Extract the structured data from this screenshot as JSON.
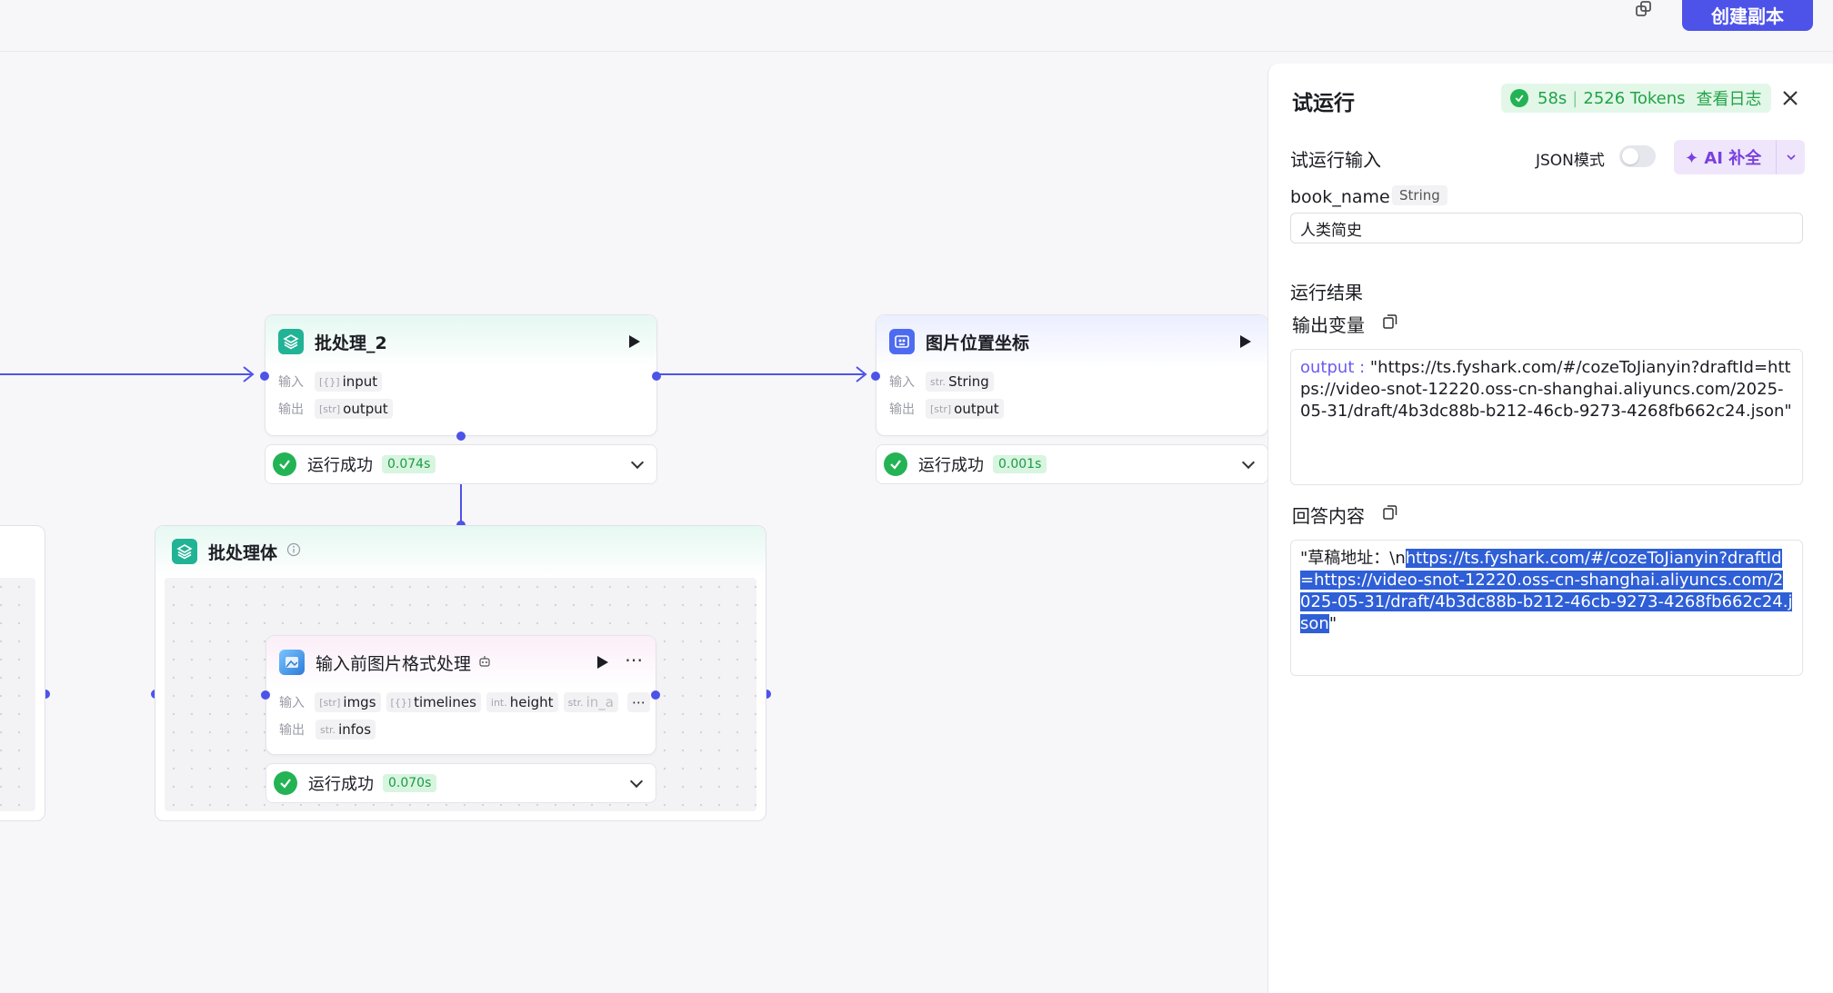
{
  "topbar": {
    "create_copy": "创建副本"
  },
  "nodes": {
    "batch2": {
      "title": "批处理_2",
      "input_label": "输入",
      "output_label": "输出",
      "input_type": "[{}]",
      "input_name": "input",
      "output_type": "[str]",
      "output_name": "output",
      "status": "运行成功",
      "time": "0.074s"
    },
    "coords": {
      "title": "图片位置坐标",
      "input_label": "输入",
      "output_label": "输出",
      "input_type": "str.",
      "input_name": "String",
      "output_type": "[str]",
      "output_name": "output",
      "status": "运行成功",
      "time": "0.001s"
    },
    "group": {
      "title": "批处理体"
    },
    "preprocess": {
      "title": "输入前图片格式处理",
      "input_label": "输入",
      "output_label": "输出",
      "inputs": [
        {
          "type": "[str]",
          "name": "imgs"
        },
        {
          "type": "[{}]",
          "name": "timelines"
        },
        {
          "type": "int.",
          "name": "height"
        },
        {
          "type": "str.",
          "name": "in_a"
        }
      ],
      "output_type": "str.",
      "output_name": "infos",
      "status": "运行成功",
      "time": "0.070s"
    }
  },
  "panel": {
    "title": "试运行",
    "duration": "58s",
    "tokens": "2526 Tokens",
    "view_log": "查看日志",
    "input_section": "试运行输入",
    "json_mode": "JSON模式",
    "ai_fill": "AI 补全",
    "var_name": "book_name",
    "var_type": "String",
    "var_value": "人类简史",
    "result_section": "运行结果",
    "output_var_label": "输出变量",
    "output_key": "output :",
    "output_value": "\"https://ts.fyshark.com/#/cozeToJianyin?draftId=https://video-snot-12220.oss-cn-shanghai.aliyuncs.com/2025-05-31/draft/4b3dc88b-b212-46cb-9273-4268fb662c24.json\"",
    "answer_label": "回答内容",
    "answer_prefix": "\"草稿地址：\\n",
    "answer_selected": "https://ts.fyshark.com/#/cozeToJianyin?draftId=https://video-snot-12220.oss-cn-shanghai.aliyuncs.com/2025-05-31/draft/4b3dc88b-b212-46cb-9273-4268fb662c24.json",
    "answer_suffix": "\""
  },
  "colors": {
    "accent": "#4d53e8",
    "success": "#23b355",
    "ai": "#7a3fe0"
  }
}
